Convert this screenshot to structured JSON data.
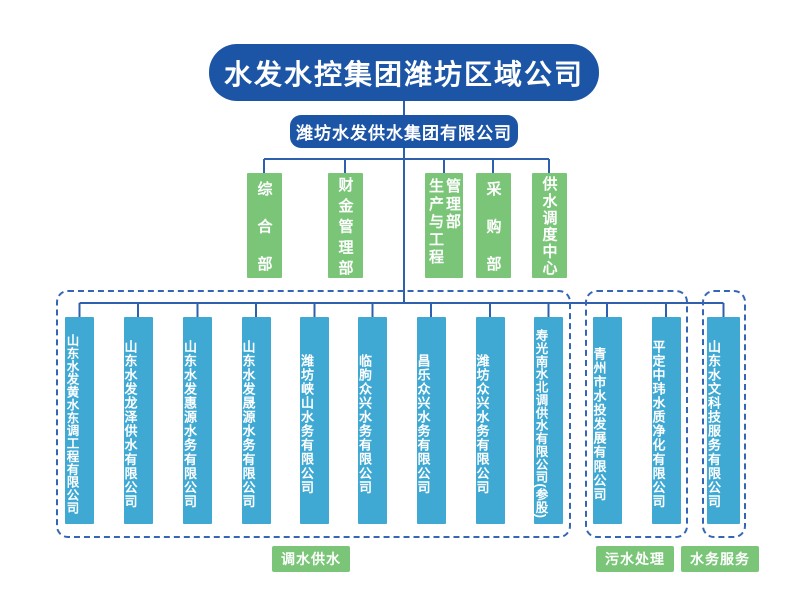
{
  "root": {
    "title": "水发水控集团潍坊区域公司"
  },
  "headquarters": {
    "title": "潍坊水发供水集团有限公司"
  },
  "departments": [
    {
      "label": "综合部"
    },
    {
      "label": "财金管理部"
    },
    {
      "label": "生产与工程管理部"
    },
    {
      "label": "采购部"
    },
    {
      "label": "供水调度中心"
    }
  ],
  "groups": [
    {
      "label": "调水供水",
      "companies": [
        "山东水发黄水东调工程有限公司",
        "山东水发龙泽供水有限公司",
        "山东水发惠源水务有限公司",
        "山东水发晟源水务有限公司",
        "潍坊峡山水务有限公司",
        "临朐众兴水务有限公司",
        "昌乐众兴水务有限公司",
        "潍坊众兴水务有限公司",
        "寿光南水北调供水有限公司(参股)"
      ]
    },
    {
      "label": "污水处理",
      "companies": [
        "青州市水投发展有限公司",
        "平定中玮水质净化有限公司"
      ]
    },
    {
      "label": "水务服务",
      "companies": [
        "山东水文科技服务有限公司"
      ]
    }
  ],
  "colors": {
    "dark_blue": "#1d55a6",
    "line_blue": "#2e60ad",
    "green": "#7ac578",
    "company_blue": "#3fa9d4",
    "dashed_border": "#3566b5",
    "text_white": "#ffffff"
  }
}
